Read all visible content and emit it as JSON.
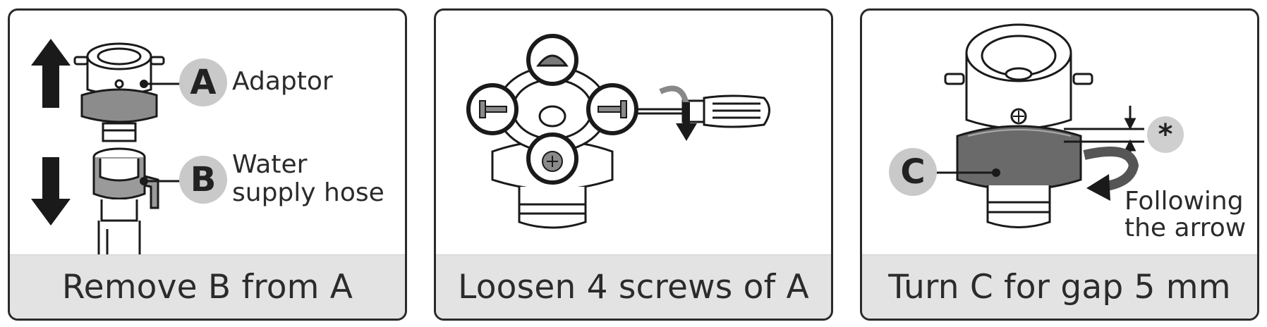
{
  "panels": [
    {
      "caption": "Remove B from A",
      "callouts": [
        {
          "badge": "A",
          "label": "Adaptor"
        },
        {
          "badge": "B",
          "label_line1": "Water",
          "label_line2": "supply hose"
        }
      ]
    },
    {
      "caption": "Loosen 4 screws of A"
    },
    {
      "caption": "Turn C for gap 5 mm",
      "callouts": [
        {
          "badge": "C"
        },
        {
          "badge": "*"
        },
        {
          "label_line1": "Following",
          "label_line2": "the arrow"
        }
      ]
    }
  ]
}
